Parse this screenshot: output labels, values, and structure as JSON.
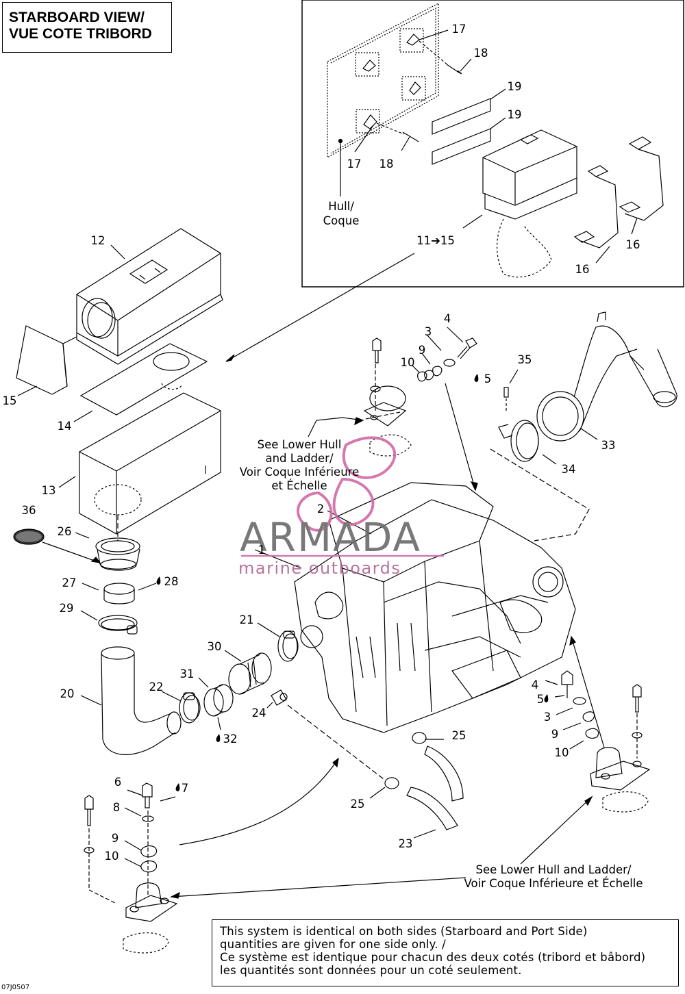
{
  "title": {
    "line1": "STARBOARD VIEW/",
    "line2": "VUE COTE TRIBORD"
  },
  "part_numbers": {
    "p1": "1",
    "p2": "2",
    "p3a": "3",
    "p3b": "3",
    "p4a": "4",
    "p4b": "4",
    "p5a": "5",
    "p5b": "5",
    "p6": "6",
    "p7": "7",
    "p8": "8",
    "p9a": "9",
    "p9b": "9",
    "p9c": "9",
    "p10a": "10",
    "p10b": "10",
    "p10c": "10",
    "p11_15": "11➔15",
    "p12": "12",
    "p13": "13",
    "p14": "14",
    "p15": "15",
    "p16a": "16",
    "p16b": "16",
    "p17a": "17",
    "p17b": "17",
    "p18a": "18",
    "p18b": "18",
    "p19a": "19",
    "p19b": "19",
    "p20": "20",
    "p21": "21",
    "p22": "22",
    "p23": "23",
    "p24": "24",
    "p25a": "25",
    "p25b": "25",
    "p26": "26",
    "p27": "27",
    "p28": "28",
    "p29": "29",
    "p30": "30",
    "p31": "31",
    "p32": "32",
    "p33": "33",
    "p34": "34",
    "p35": "35",
    "p36": "36"
  },
  "hull_label": {
    "line1": "Hull/",
    "line2": "Coque"
  },
  "callout_upper": {
    "line1": "See Lower Hull",
    "line2": "and Ladder/",
    "line3": "Voir Coque Inférieure",
    "line4": "et Échelle"
  },
  "callout_lower": {
    "line1": "See Lower Hull and Ladder/",
    "line2": "Voir Coque Inférieure et Échelle"
  },
  "note": {
    "line1": "This system is identical on both sides (Starboard and Port Side)",
    "line2": "quantities are given for one side only. /",
    "line3": "Ce système est identique pour chacun des deux cotés (tribord et bâbord)",
    "line4": "les quantités sont données pour un coté seulement."
  },
  "watermark": {
    "brand": "ARMADA",
    "tagline": "marine outboards",
    "color_brand": "#6a6a6a",
    "color_accent": "#d16aa6"
  },
  "drawing_code": "07J0507",
  "colors": {
    "line": "#000000",
    "background": "#ffffff"
  }
}
